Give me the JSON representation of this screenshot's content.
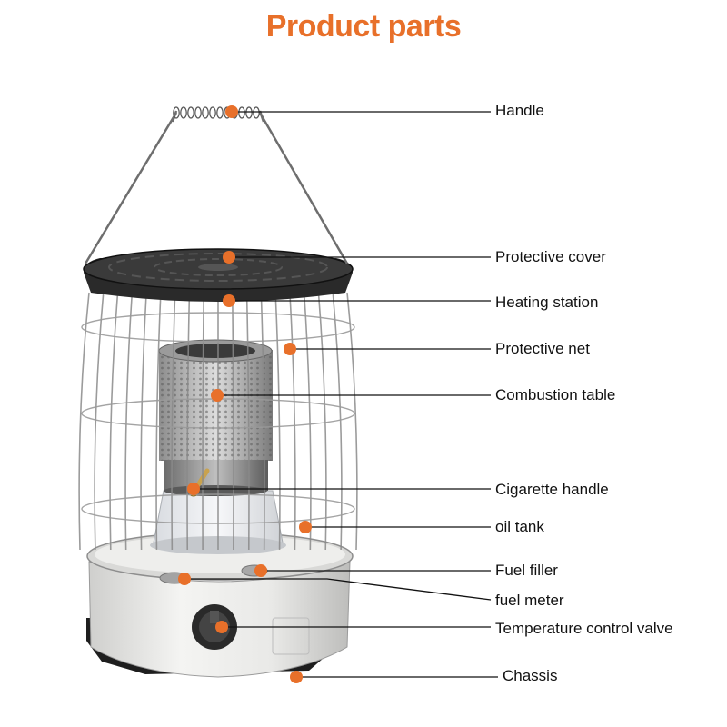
{
  "title": "Product parts",
  "colors": {
    "accent": "#e8702a",
    "title": "#e8702a",
    "leader": "#111111",
    "body_white": "#eeeeec",
    "chassis": "#1e1e1e"
  },
  "parts": [
    {
      "id": "handle",
      "label": "Handle"
    },
    {
      "id": "protective-cover",
      "label": "Protective cover"
    },
    {
      "id": "heating-station",
      "label": "Heating station"
    },
    {
      "id": "protective-net",
      "label": "Protective net"
    },
    {
      "id": "combustion-table",
      "label": "Combustion table"
    },
    {
      "id": "cigarette-handle",
      "label": "Cigarette handle"
    },
    {
      "id": "oil-tank",
      "label": "oil tank"
    },
    {
      "id": "fuel-filler",
      "label": "Fuel filler"
    },
    {
      "id": "fuel-meter",
      "label": "fuel meter"
    },
    {
      "id": "temperature-control-valve",
      "label": "Temperature control valve"
    },
    {
      "id": "chassis",
      "label": "Chassis"
    }
  ]
}
